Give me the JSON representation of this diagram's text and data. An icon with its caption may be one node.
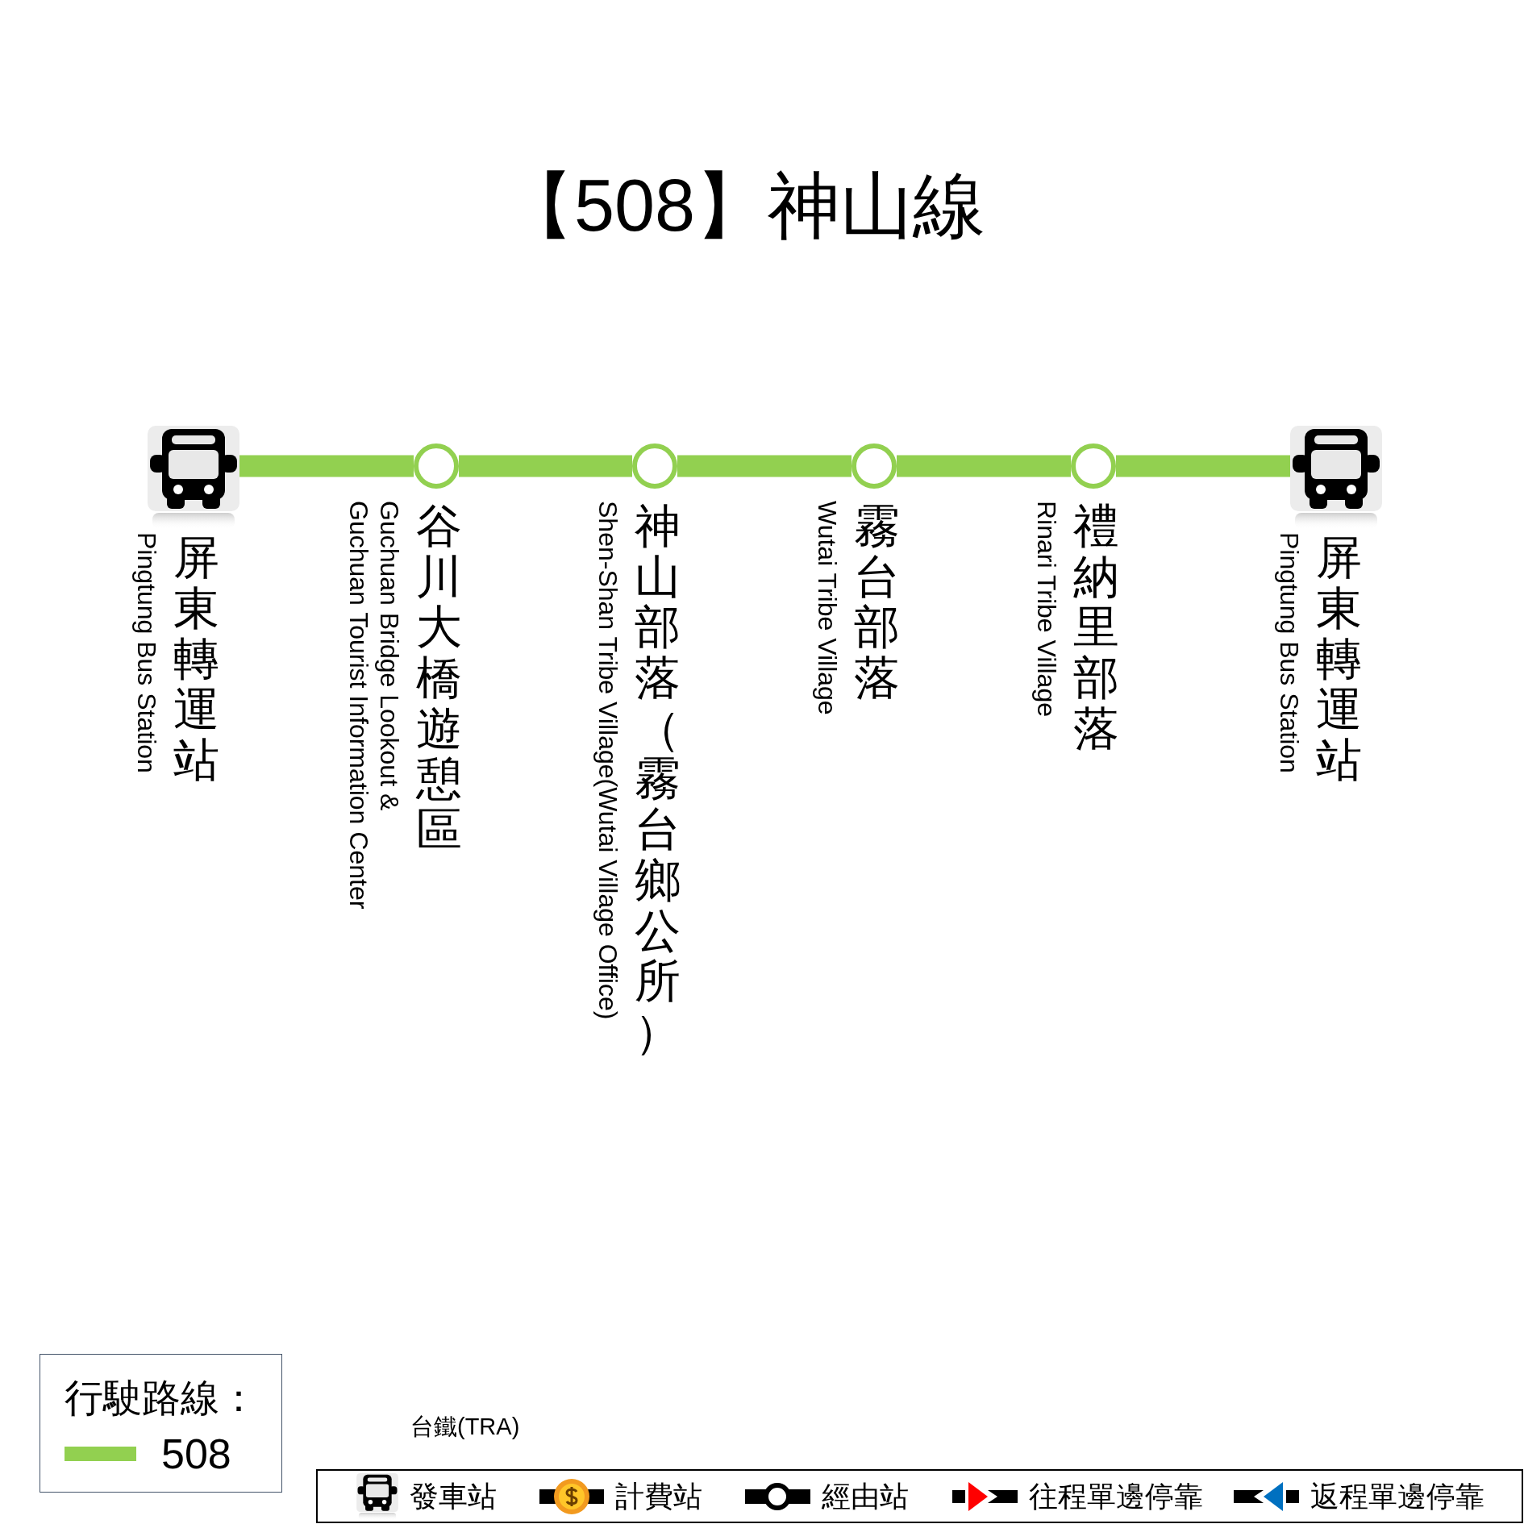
{
  "diagram": {
    "title": "【508】神山線",
    "nodes": [
      {
        "text": [],
        "shape": "bus",
        "beside": [
          "屏東轉運站",
          "Pingtung Bus Station"
        ]
      },
      {
        "text": [],
        "shape": "circle",
        "beside": [
          "谷川大橋遊憩區",
          "Guchuan Bridge Lookout & Guchuan Tourist Information Center"
        ]
      },
      {
        "text": [],
        "shape": "circle",
        "beside": [
          "神山部落（霧台鄉公所）",
          "Shen-Shan Tribe Village(Wutai Village Office)"
        ]
      },
      {
        "text": [],
        "shape": "circle",
        "beside": [
          "霧台部落",
          "Wutai Tribe Village"
        ]
      },
      {
        "text": [],
        "shape": "circle",
        "beside": [
          "禮納里部落",
          "Rinari Tribe Village"
        ]
      },
      {
        "text": [],
        "shape": "bus",
        "beside": [
          "屏東轉運站",
          "Pingtung Bus Station"
        ]
      }
    ],
    "edges": [
      {
        "from": 0,
        "to": 1,
        "arrow": "none"
      },
      {
        "from": 1,
        "to": 2,
        "arrow": "none"
      },
      {
        "from": 2,
        "to": 3,
        "arrow": "none"
      },
      {
        "from": 3,
        "to": 4,
        "arrow": "none"
      },
      {
        "from": 4,
        "to": 5,
        "arrow": "none"
      }
    ],
    "labels": [
      "行駛路線：",
      "台鐵(TRA)"
    ],
    "legend": [
      {
        "text": "508",
        "color": "#92d050"
      },
      {
        "text": "發車站"
      },
      {
        "text": "計費站"
      },
      {
        "text": "經由站"
      },
      {
        "text": "往程單邊停靠"
      },
      {
        "text": "返程單邊停靠"
      }
    ]
  }
}
